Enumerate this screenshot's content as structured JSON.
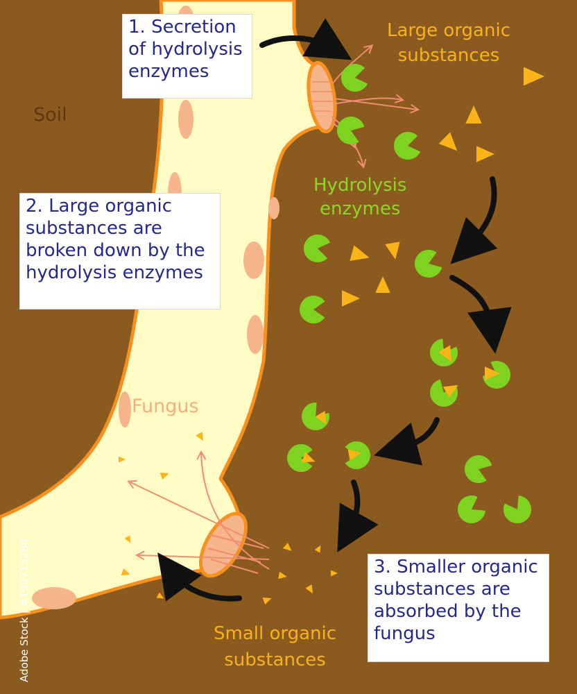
{
  "colors": {
    "soil": "#8b5a1e",
    "hypha_fill": "#fffbc4",
    "hypha_outline": "#f7901e",
    "spot": "#f5b48a",
    "enzyme": "#7ed321",
    "substance": "#fbb417",
    "arrow": "#111111",
    "thin_arrow": "#f08c70",
    "box_text": "#24288a",
    "enzyme_label": "#8dd62a",
    "substance_label": "#f7b21c",
    "fungus_label": "#f3b07c",
    "soil_label": "#5e3711"
  },
  "labels": {
    "soil": "Soil",
    "fungus": "Fungus",
    "hydrolysis_enzymes": [
      "Hydrolysis",
      "enzymes"
    ],
    "large_substances": [
      "Large organic",
      "substances"
    ],
    "small_substances": [
      "Small organic",
      "substances"
    ]
  },
  "steps": [
    {
      "lines": [
        "1. Secretion",
        "of hydrolysis",
        "enzymes"
      ]
    },
    {
      "lines": [
        "2. Large organic",
        "substances are",
        "broken down by the",
        "hydrolysis enzymes"
      ]
    },
    {
      "lines": [
        "3. Smaller organic",
        "substances are",
        "absorbed by the",
        "fungus"
      ]
    }
  ],
  "watermark": "Adobe Stock | #190713288"
}
